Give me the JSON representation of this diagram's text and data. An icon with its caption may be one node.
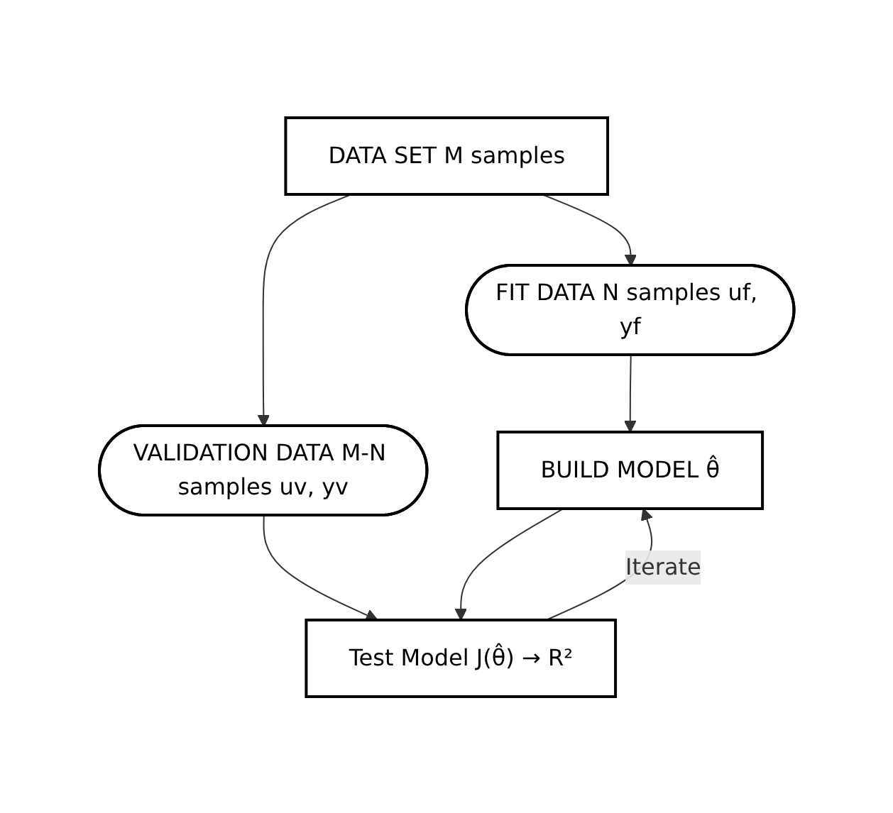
{
  "diagram": {
    "nodes": [
      {
        "text": [
          "DATA SET M samples"
        ]
      },
      {
        "text": [
          "FIT DATA N samples uf, yf"
        ]
      },
      {
        "text": [
          "VALIDATION DATA M-N samples uv, yv"
        ]
      },
      {
        "text": [
          "BUILD MODEL θ̂"
        ]
      },
      {
        "text": [
          "Test Model J(θ̂) → R²"
        ]
      }
    ],
    "edges": [
      {
        "from": 0,
        "to": 1,
        "arrow": "to"
      },
      {
        "from": 0,
        "to": 2,
        "arrow": "to"
      },
      {
        "from": 1,
        "to": 3,
        "arrow": "to"
      },
      {
        "from": 2,
        "to": 4,
        "arrow": "to"
      },
      {
        "from": 3,
        "to": 4,
        "arrow": "to"
      },
      {
        "from": 4,
        "to": 3,
        "label": "Iterate",
        "arrow": "to"
      }
    ]
  }
}
